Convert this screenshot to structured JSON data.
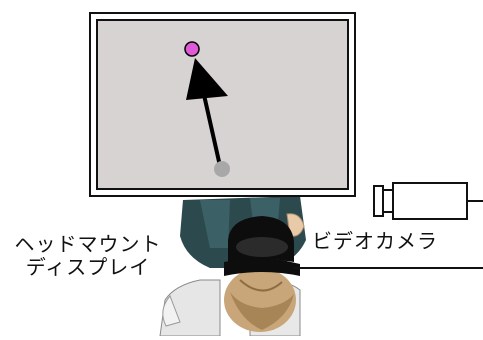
{
  "labels": {
    "hmd_line1": "ヘッドマウント",
    "hmd_line2": "ディスプレイ",
    "camera": "ビデオカメラ"
  },
  "colors": {
    "screen_fill": "#d7d3d3",
    "frame": "#111111",
    "target_marker": "#e05ad8",
    "start_marker": "#a8a8a8",
    "arrow": "#000000",
    "shirt": "#2c4a4e",
    "hair": "#c9a679",
    "skin": "#e8c9a8"
  },
  "icons": {
    "camera": "video-camera-icon",
    "person": "person-top-view-icon",
    "hmd": "head-mounted-display-icon"
  }
}
